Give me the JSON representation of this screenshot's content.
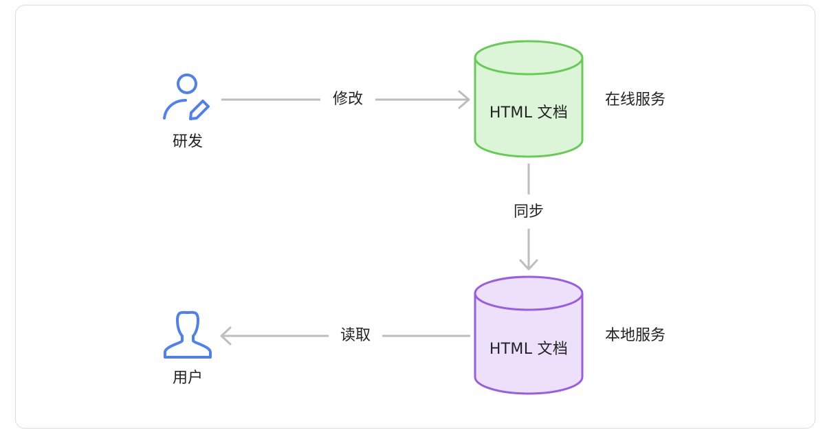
{
  "nodes": {
    "developer": {
      "label": "研发",
      "icon": "user-edit-icon",
      "color": "#4f80f2"
    },
    "user": {
      "label": "用户",
      "icon": "user-icon",
      "color": "#4f80f2"
    },
    "online_doc": {
      "label": "HTML 文档",
      "service_label": "在线服务",
      "fill": "#dcf5d9",
      "stroke": "#66cc55"
    },
    "local_doc": {
      "label": "HTML 文档",
      "service_label": "本地服务",
      "fill": "#ece0fb",
      "stroke": "#9a5ce6"
    }
  },
  "edges": {
    "modify": {
      "label": "修改"
    },
    "sync": {
      "label": "同步"
    },
    "read": {
      "label": "读取"
    }
  },
  "colors": {
    "connector": "#bdbdbd",
    "frame_border": "#dcdcdc"
  }
}
